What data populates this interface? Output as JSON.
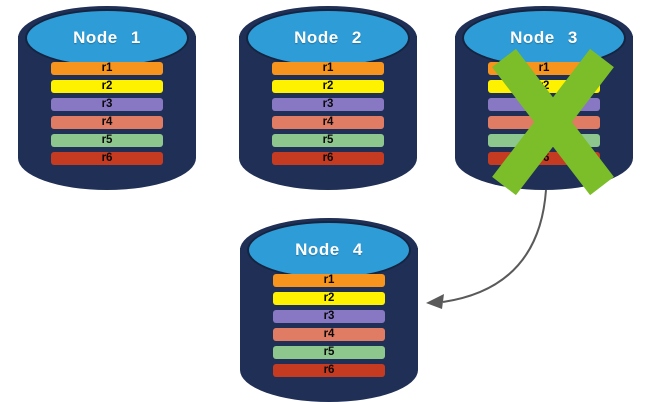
{
  "nodes": [
    {
      "title": "Node 1",
      "failed": false,
      "replicas": [
        {
          "label": "r1",
          "color": "#F7941E"
        },
        {
          "label": "r2",
          "color": "#FFF200"
        },
        {
          "label": "r3",
          "color": "#8878C3"
        },
        {
          "label": "r4",
          "color": "#E07C64"
        },
        {
          "label": "r5",
          "color": "#8EC78D"
        },
        {
          "label": "r6",
          "color": "#C43B22"
        }
      ]
    },
    {
      "title": "Node 2",
      "failed": false,
      "replicas": [
        {
          "label": "r1",
          "color": "#F7941E"
        },
        {
          "label": "r2",
          "color": "#FFF200"
        },
        {
          "label": "r3",
          "color": "#8878C3"
        },
        {
          "label": "r4",
          "color": "#E07C64"
        },
        {
          "label": "r5",
          "color": "#8EC78D"
        },
        {
          "label": "r6",
          "color": "#C43B22"
        }
      ]
    },
    {
      "title": "Node 3",
      "failed": true,
      "replicas": [
        {
          "label": "r1",
          "color": "#F7941E"
        },
        {
          "label": "r2",
          "color": "#FFF200"
        },
        {
          "label": "r3",
          "color": "#8878C3"
        },
        {
          "label": "r4",
          "color": "#E07C64"
        },
        {
          "label": "r5",
          "color": "#8EC78D"
        },
        {
          "label": "r6",
          "color": "#C43B22"
        }
      ]
    },
    {
      "title": "Node 4",
      "failed": false,
      "replicas": [
        {
          "label": "r1",
          "color": "#F7941E"
        },
        {
          "label": "r2",
          "color": "#FFF200"
        },
        {
          "label": "r3",
          "color": "#8878C3"
        },
        {
          "label": "r4",
          "color": "#E07C64"
        },
        {
          "label": "r5",
          "color": "#8EC78D"
        },
        {
          "label": "r6",
          "color": "#C43B22"
        }
      ]
    }
  ],
  "colors": {
    "cylinder_body": "#1F2F55",
    "cylinder_top": "#2E9CD6",
    "cylinder_top_border": "#152441",
    "failure_x": "#7CBD2A",
    "arrow": "#5A5A5A"
  },
  "relations": {
    "failure": {
      "node": "Node 3",
      "symbol": "green-x"
    },
    "failover_arrow": {
      "from": "Node 3",
      "to": "Node 4"
    }
  }
}
